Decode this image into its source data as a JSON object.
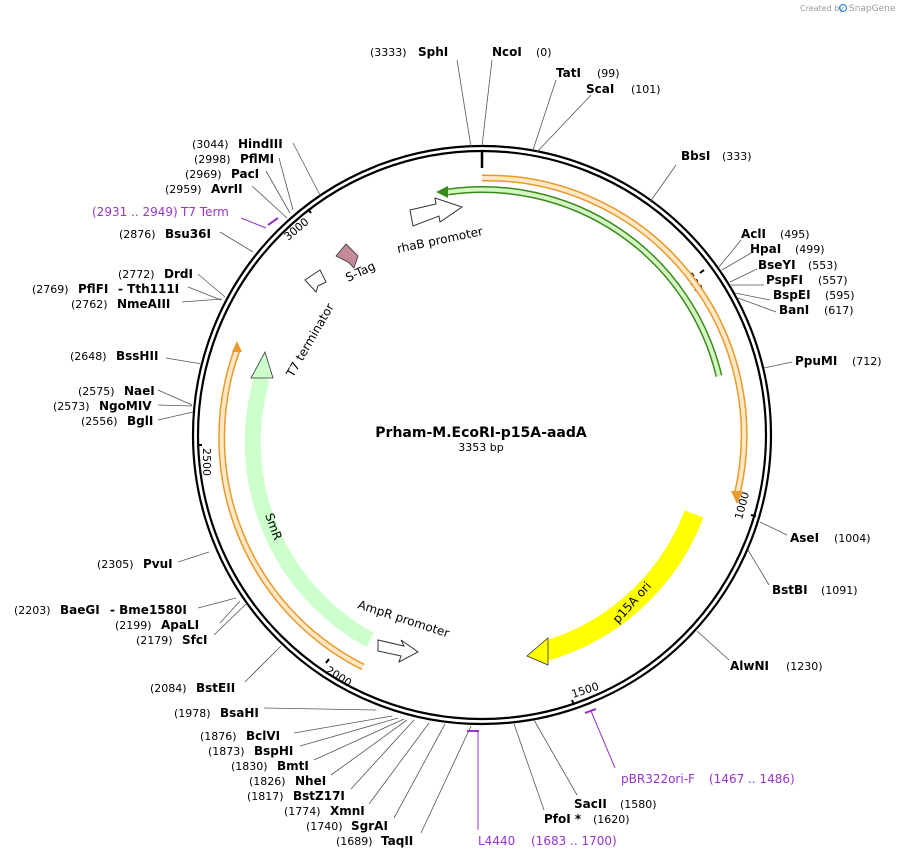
{
  "credit": {
    "text": "Created by",
    "brand": "SnapGene"
  },
  "plasmid": {
    "name": "Prham-M.EcoRI-p15A-aadA",
    "size": "3353 bp"
  },
  "ticks": [
    {
      "label": "500"
    },
    {
      "label": "1000"
    },
    {
      "label": "1500"
    },
    {
      "label": "2000"
    },
    {
      "label": "2500"
    },
    {
      "label": "3000"
    }
  ],
  "sites": [
    {
      "name": "SphI",
      "pos": "(3333)"
    },
    {
      "name": "NcoI",
      "pos": "(0)"
    },
    {
      "name": "TatI",
      "pos": "(99)"
    },
    {
      "name": "ScaI",
      "pos": "(101)"
    },
    {
      "name": "BbsI",
      "pos": "(333)"
    },
    {
      "name": "AclI",
      "pos": "(495)"
    },
    {
      "name": "HpaI",
      "pos": "(499)"
    },
    {
      "name": "BseYI",
      "pos": "(553)"
    },
    {
      "name": "PspFI",
      "pos": "(557)"
    },
    {
      "name": "BspEI",
      "pos": "(595)"
    },
    {
      "name": "BanI",
      "pos": "(617)"
    },
    {
      "name": "PpuMI",
      "pos": "(712)"
    },
    {
      "name": "AseI",
      "pos": "(1004)"
    },
    {
      "name": "BstBI",
      "pos": "(1091)"
    },
    {
      "name": "AlwNI",
      "pos": "(1230)"
    },
    {
      "name": "SacII",
      "pos": "(1580)"
    },
    {
      "name": "PfoI *",
      "pos": "(1620)"
    },
    {
      "name": "TaqII",
      "pos": "(1689)"
    },
    {
      "name": "SgrAI",
      "pos": "(1740)"
    },
    {
      "name": "XmnI",
      "pos": "(1774)"
    },
    {
      "name": "BstZ17I",
      "pos": "(1817)"
    },
    {
      "name": "NheI",
      "pos": "(1826)"
    },
    {
      "name": "BmtI",
      "pos": "(1830)"
    },
    {
      "name": "BspHI",
      "pos": "(1873)"
    },
    {
      "name": "BclVI",
      "pos": "(1876)"
    },
    {
      "name": "BsaHI",
      "pos": "(1978)"
    },
    {
      "name": "BstEII",
      "pos": "(2084)"
    },
    {
      "name": "SfcI",
      "pos": "(2179)"
    },
    {
      "name": "ApaLI",
      "pos": "(2199)"
    },
    {
      "name": "BaeGI",
      "pos": "(2203)",
      "extra": "- Bme1580I"
    },
    {
      "name": "PvuI",
      "pos": "(2305)"
    },
    {
      "name": "BglI",
      "pos": "(2556)"
    },
    {
      "name": "NgoMIV",
      "pos": "(2573)"
    },
    {
      "name": "NaeI",
      "pos": "(2575)"
    },
    {
      "name": "BssHII",
      "pos": "(2648)"
    },
    {
      "name": "NmeAIII",
      "pos": "(2762)"
    },
    {
      "name": "PflFI",
      "pos": "(2769)",
      "extra": "- Tth111I"
    },
    {
      "name": "DrdI",
      "pos": "(2772)"
    },
    {
      "name": "Bsu36I",
      "pos": "(2876)"
    },
    {
      "name": "AvrII",
      "pos": "(2959)"
    },
    {
      "name": "PacI",
      "pos": "(2969)"
    },
    {
      "name": "PflMI",
      "pos": "(2998)"
    },
    {
      "name": "HindIII",
      "pos": "(3044)"
    }
  ],
  "primers": [
    {
      "name": "T7 Term",
      "range": "(2931 .. 2949)"
    },
    {
      "name": "pBR322ori-F",
      "range": "(1467 .. 1486)"
    },
    {
      "name": "L4440",
      "range": "(1683 .. 1700)"
    }
  ],
  "features": [
    {
      "name": "rhaB promoter"
    },
    {
      "name": "S-Tag"
    },
    {
      "name": "T7 terminator"
    },
    {
      "name": "SmR"
    },
    {
      "name": "AmpR promoter"
    },
    {
      "name": "p15A ori"
    }
  ],
  "colors": {
    "orf": "#e89a2c",
    "orf_fill": "#fde7c4",
    "green_arc": "#3a8a1a",
    "green_fill": "#d4f5c4",
    "smr_fill": "#ccffcc",
    "ori_fill": "#ffff00",
    "stag_fill": "#c48a9a",
    "primer": "#9933cc"
  }
}
